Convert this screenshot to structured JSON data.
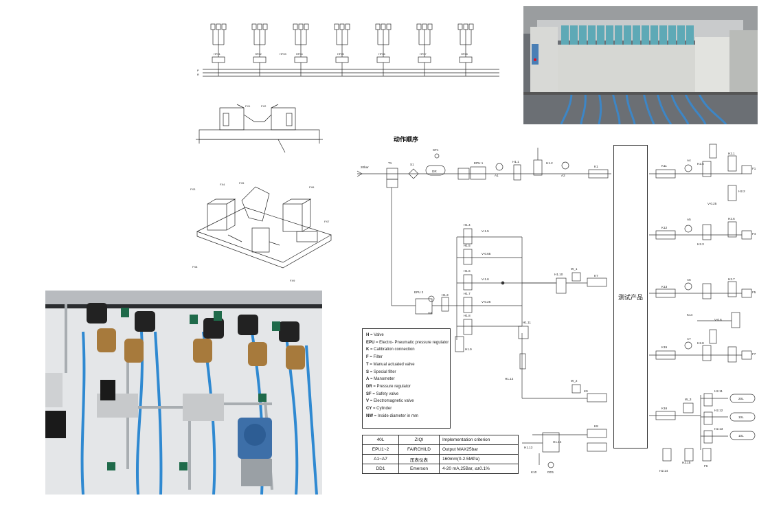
{
  "pneumatic_schematic": {
    "title": "动作顺序",
    "test_product_label": "测试产品",
    "supply_label": "20bar",
    "component_tags": [
      "T1",
      "S1",
      "SF1",
      "DR",
      "EPU 1",
      "A1",
      "H1.1",
      "H1.2",
      "A2",
      "K1",
      "K11",
      "A4",
      "H2.5",
      "F1",
      "H2.1",
      "H2.2",
      "V-0.25",
      "K12",
      "A5",
      "H2.6",
      "F4",
      "H2.3",
      "K13",
      "A6",
      "H2.7",
      "F5",
      "K14",
      "V-0.6",
      "K15",
      "A7",
      "H2.8",
      "F7",
      "K16",
      "W_3",
      "H2.11",
      "H2.12",
      "H2.13",
      "F6",
      "H2.15",
      "H2.14",
      "EPU 2",
      "A3",
      "H1.3",
      "H1.4",
      "H1.5",
      "H1.6",
      "H1.7",
      "H1.8",
      "H1.9",
      "H1.10",
      "H1.11",
      "H1.12",
      "H1.13",
      "H1.14",
      "W_1",
      "W_2",
      "K7",
      "K8",
      "K9",
      "V-1.5",
      "V-0.65",
      "V-1.6",
      "V-0.26",
      "DD1",
      "K10",
      "20L",
      "10L"
    ]
  },
  "legend": {
    "items": [
      {
        "key": "H",
        "text": "= Valve"
      },
      {
        "key": "EPU",
        "text": "= Electro- Pneumatic pressure regulator"
      },
      {
        "key": "K",
        "text": "= Calibration connection"
      },
      {
        "key": "F",
        "text": "= Filter"
      },
      {
        "key": "T",
        "text": "= Manual actuated valve"
      },
      {
        "key": "S",
        "text": "= Special filter"
      },
      {
        "key": "A",
        "text": "= Manometer"
      },
      {
        "key": "DR",
        "text": "= Pressure regulator"
      },
      {
        "key": "SF",
        "text": "= Safety valve"
      },
      {
        "key": "V",
        "text": "= Electromagnetic valve"
      },
      {
        "key": "CY",
        "text": "= Cylinder"
      },
      {
        "key": "NW",
        "text": "= Inside diameter in mm"
      }
    ]
  },
  "spec_table": {
    "rows": [
      [
        "40L",
        "ZIQI",
        "Implementation criterion"
      ],
      [
        "EPU1~2",
        "FAIRCHILD",
        "Output  MAX25bar"
      ],
      [
        "A1~A7",
        "压表仪表",
        "160mm(0-2.5MPa)"
      ],
      [
        "DD1",
        "Emerson",
        "4-20 mA,25Bar, ≤±0.1%"
      ]
    ]
  },
  "valve_schematic": {
    "tags": [
      "HF01",
      "HF02",
      "HF03",
      "HF04",
      "HF05",
      "HF06",
      "HF07",
      "HF08",
      "P",
      "R"
    ]
  },
  "fixture_drawing": {
    "labels": [
      "FX1",
      "FX2",
      "FX3",
      "FX4",
      "FX5",
      "FX6",
      "FX7",
      "FX8",
      "FX9"
    ]
  }
}
